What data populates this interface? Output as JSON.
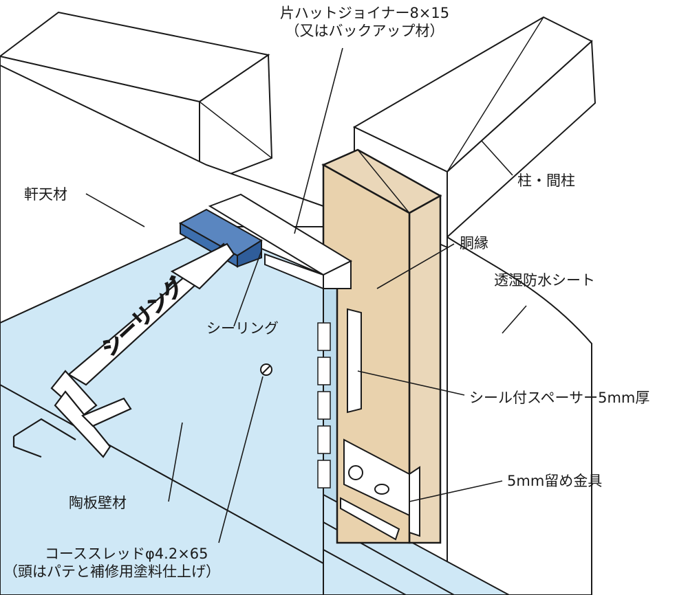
{
  "labels": {
    "joiner": [
      "片ハットジョイナー8×15",
      "（又はバックアップ材）"
    ],
    "column": "柱・間柱",
    "eaves_ceiling": "軒天材",
    "furring": "胴縁",
    "membrane": "透湿防水シート",
    "sealing": "シーリング",
    "spacer": "シール付スペーサー5mm厚",
    "clip": "5mm留め金具",
    "board": "陶板壁材",
    "screw": [
      "コーススレッドφ4.2×65",
      "（頭はパテと補修用塗料仕上げ）"
    ]
  },
  "gun_text": "シーリング",
  "colors": {
    "board": "#cfe8f6",
    "wood": "#ead7b9",
    "sealant": "#3d6fae",
    "line": "#1a1a1a"
  }
}
